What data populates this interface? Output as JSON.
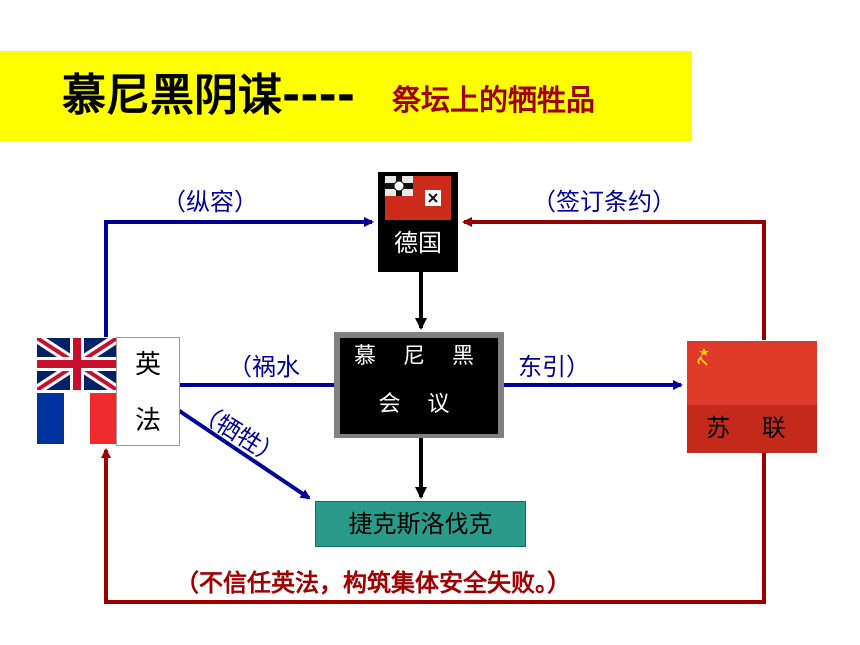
{
  "title": {
    "main": "慕尼黑阴谋----",
    "sub": "祭坛上的牺牲品"
  },
  "nodes": {
    "germany": "德国",
    "munich_line1": "慕 尼 黑",
    "munich_line2": "会 议",
    "uk_fr_line1": "英",
    "uk_fr_line2": "法",
    "czech": "捷克斯洛伐克",
    "ussr": "苏 联"
  },
  "edge_labels": {
    "appease": "（纵容）",
    "sign_treaty": "（签订条约）",
    "disaster_left": "（祸水",
    "disaster_right": "东引）",
    "sacrifice": "（牺牲）",
    "bottom": "（不信任英法，构筑集体安全失败。）"
  },
  "colors": {
    "blue_arrow": "#000099",
    "red_arrow": "#990000",
    "title_bg": "#ffff00",
    "title_sub": "#a00000"
  },
  "icons": {
    "uk": "uk-flag-icon",
    "fr": "france-flag-icon",
    "de": "german-war-flag-icon",
    "ussr": "hammer-sickle-icon"
  }
}
